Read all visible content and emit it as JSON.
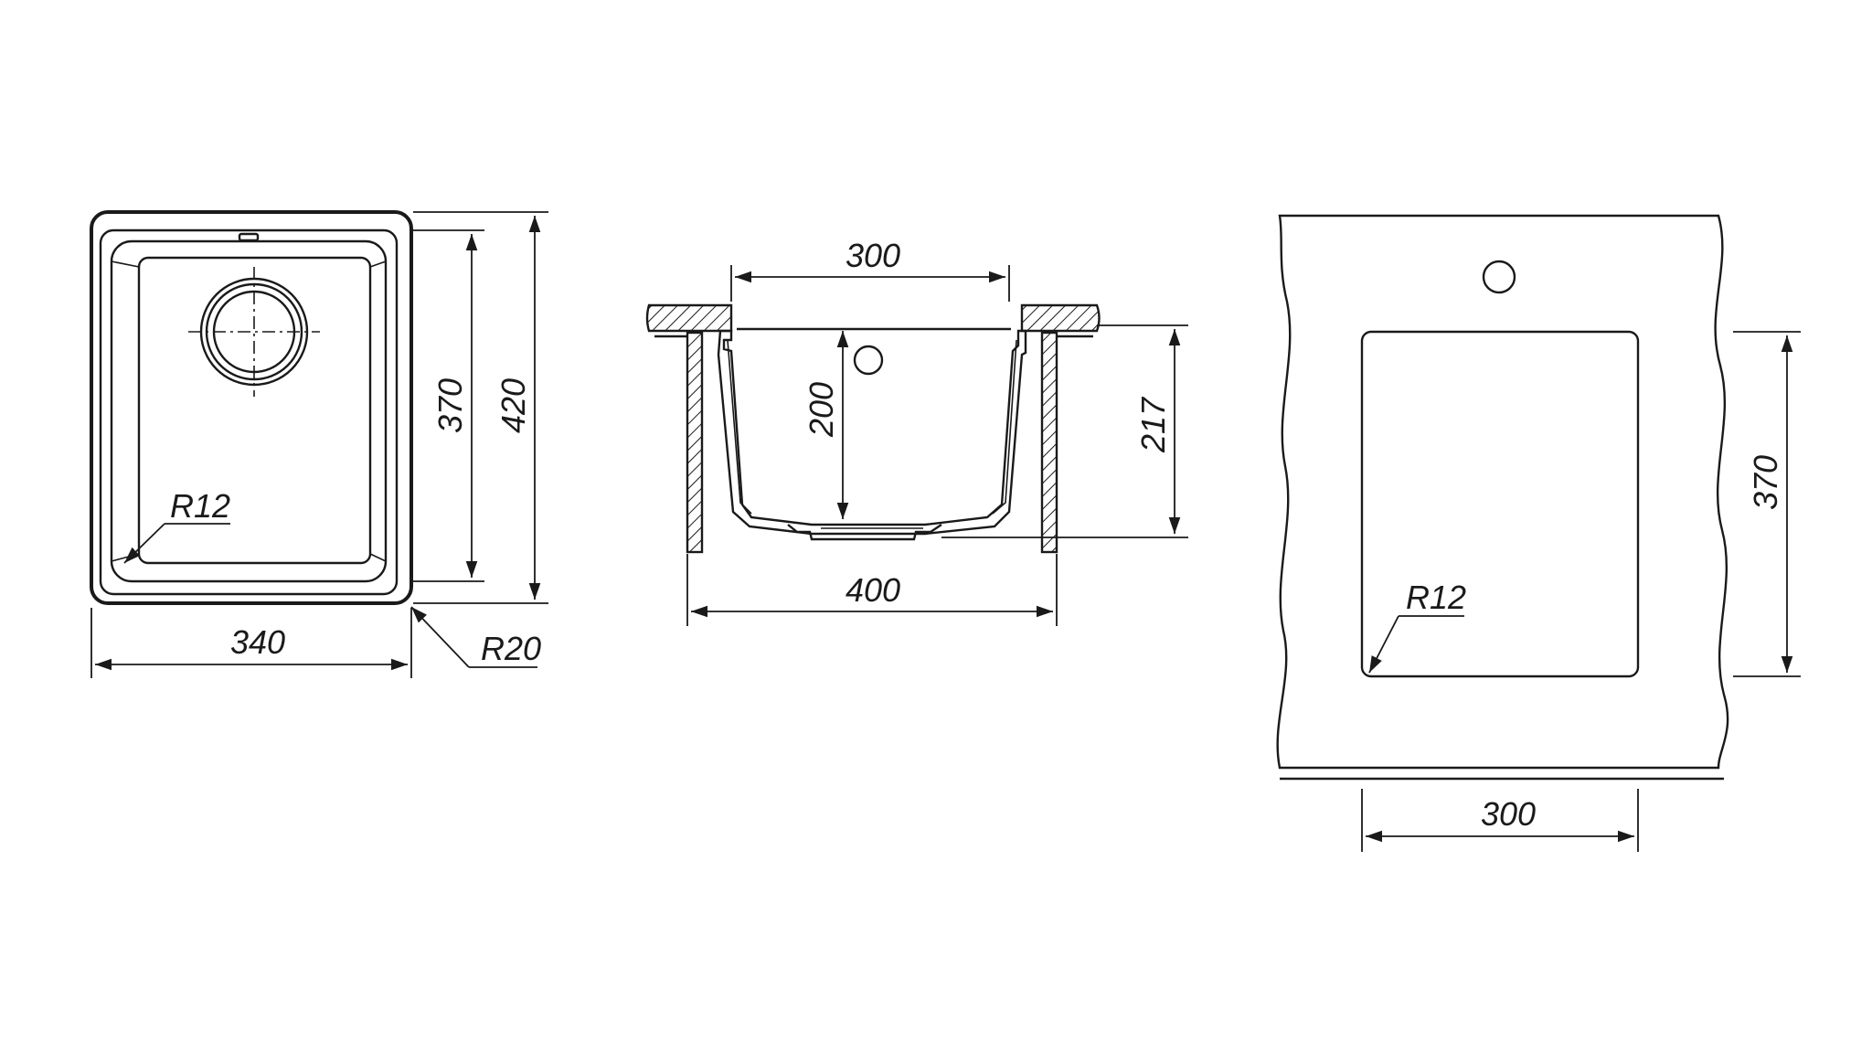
{
  "top_view": {
    "width_label": "340",
    "inner_length_label": "370",
    "outer_length_label": "420",
    "inner_radius_label": "R12",
    "outer_radius_label": "R20"
  },
  "section_view": {
    "bowl_width_label": "300",
    "bowl_depth_label": "200",
    "total_depth_label": "217",
    "overall_width_label": "400"
  },
  "cutout_view": {
    "width_label": "300",
    "length_label": "370",
    "radius_label": "R12"
  },
  "colors": {
    "line": "#1a1a1a",
    "background": "#ffffff"
  }
}
